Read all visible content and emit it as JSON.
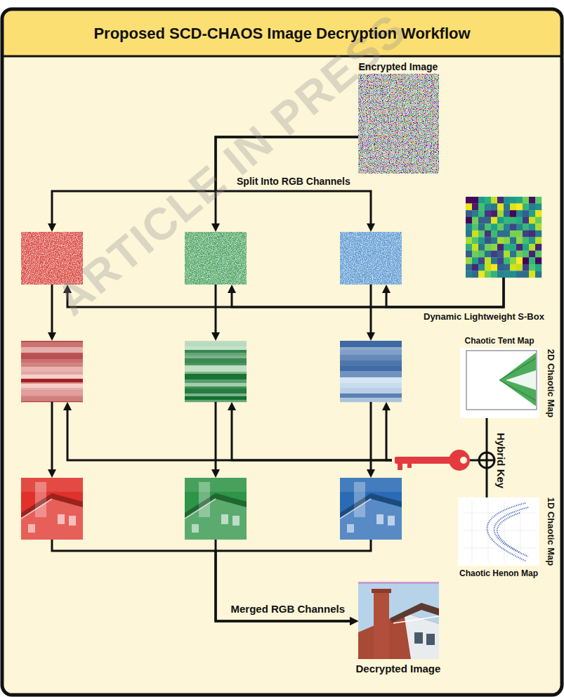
{
  "diagram": {
    "title": "Proposed SCD-CHAOS Image Decryption Workflow",
    "nodes": [
      {
        "text": [
          "Encrypted Image"
        ]
      },
      {
        "text": []
      },
      {
        "text": []
      },
      {
        "text": []
      },
      {
        "text": [
          "Dynamic Lightweight S-Box"
        ]
      },
      {
        "text": [
          "Chaotic Tent Map",
          "2D Chaotic Map"
        ]
      },
      {
        "text": []
      },
      {
        "text": []
      },
      {
        "text": []
      },
      {
        "text": [
          "Hybrid Key"
        ]
      },
      {
        "text": []
      },
      {
        "text": []
      },
      {
        "text": []
      },
      {
        "text": [
          "Chaotic Henon Map",
          "1D Chaotic Map"
        ]
      },
      {
        "text": [
          "Decrypted Image"
        ]
      }
    ],
    "edges": [
      {
        "from": 0,
        "to": 1,
        "arrow": "to"
      },
      {
        "from": 0,
        "to": 2,
        "arrow": "to"
      },
      {
        "from": 0,
        "to": 3,
        "arrow": "to",
        "label": "Split Into RGB Channels"
      },
      {
        "from": 4,
        "to": 1,
        "arrow": "to"
      },
      {
        "from": 4,
        "to": 2,
        "arrow": "to"
      },
      {
        "from": 4,
        "to": 3,
        "arrow": "to"
      },
      {
        "from": 1,
        "to": 6,
        "arrow": "to"
      },
      {
        "from": 2,
        "to": 7,
        "arrow": "to"
      },
      {
        "from": 3,
        "to": 8,
        "arrow": "to"
      },
      {
        "from": 5,
        "to": 9,
        "arrow": "none"
      },
      {
        "from": 13,
        "to": 9,
        "arrow": "none"
      },
      {
        "from": 9,
        "to": 6,
        "arrow": "to"
      },
      {
        "from": 9,
        "to": 7,
        "arrow": "to"
      },
      {
        "from": 9,
        "to": 8,
        "arrow": "to"
      },
      {
        "from": 6,
        "to": 10,
        "arrow": "to"
      },
      {
        "from": 7,
        "to": 11,
        "arrow": "to"
      },
      {
        "from": 8,
        "to": 12,
        "arrow": "to"
      },
      {
        "from": 10,
        "to": 14,
        "arrow": "to"
      },
      {
        "from": 11,
        "to": 14,
        "arrow": "to",
        "label": "Merged RGB Channels"
      },
      {
        "from": 12,
        "to": 14,
        "arrow": "to"
      }
    ],
    "labels": [
      "ARTICLE IN PRESS"
    ]
  }
}
